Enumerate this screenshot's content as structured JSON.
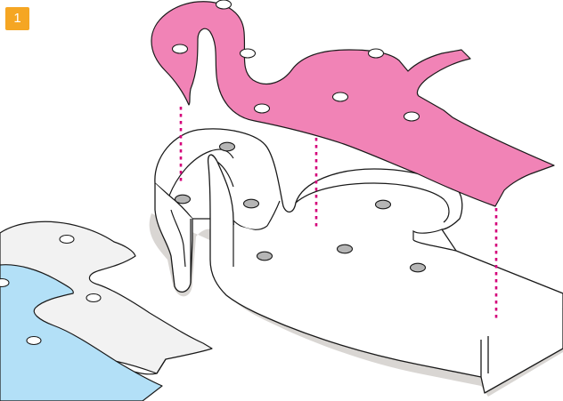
{
  "step": {
    "number": "1",
    "color": "#f5a623"
  },
  "colors": {
    "flamingo_top": "#f183b6",
    "holder_outline": "#1a1a1a",
    "shadow": "#d9d6d3",
    "peg": "#b5b5b5",
    "guide": "#d4007a",
    "panel_blue": "#b3e0f7",
    "panel_white": "#f2f2f2"
  },
  "icons": [
    "flamingo-panel",
    "flamingo-holder",
    "blue-backing-panel",
    "white-backing-panel",
    "alignment-guide-lines"
  ]
}
